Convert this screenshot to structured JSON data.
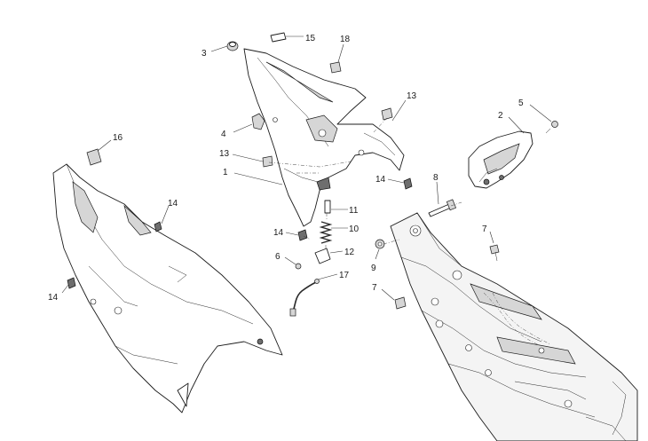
{
  "callouts": [
    {
      "id": "c1",
      "label": "1"
    },
    {
      "id": "c2",
      "label": "2"
    },
    {
      "id": "c3",
      "label": "3"
    },
    {
      "id": "c4",
      "label": "4"
    },
    {
      "id": "c5",
      "label": "5"
    },
    {
      "id": "c6",
      "label": "6"
    },
    {
      "id": "c7a",
      "label": "7"
    },
    {
      "id": "c7b",
      "label": "7"
    },
    {
      "id": "c8",
      "label": "8"
    },
    {
      "id": "c9",
      "label": "9"
    },
    {
      "id": "c10",
      "label": "10"
    },
    {
      "id": "c11",
      "label": "11"
    },
    {
      "id": "c12",
      "label": "12"
    },
    {
      "id": "c13a",
      "label": "13"
    },
    {
      "id": "c13b",
      "label": "13"
    },
    {
      "id": "c14a",
      "label": "14"
    },
    {
      "id": "c14b",
      "label": "14"
    },
    {
      "id": "c14c",
      "label": "14"
    },
    {
      "id": "c14d",
      "label": "14"
    },
    {
      "id": "c15",
      "label": "15"
    },
    {
      "id": "c16",
      "label": "16"
    },
    {
      "id": "c17",
      "label": "17"
    },
    {
      "id": "c18",
      "label": "18"
    }
  ]
}
